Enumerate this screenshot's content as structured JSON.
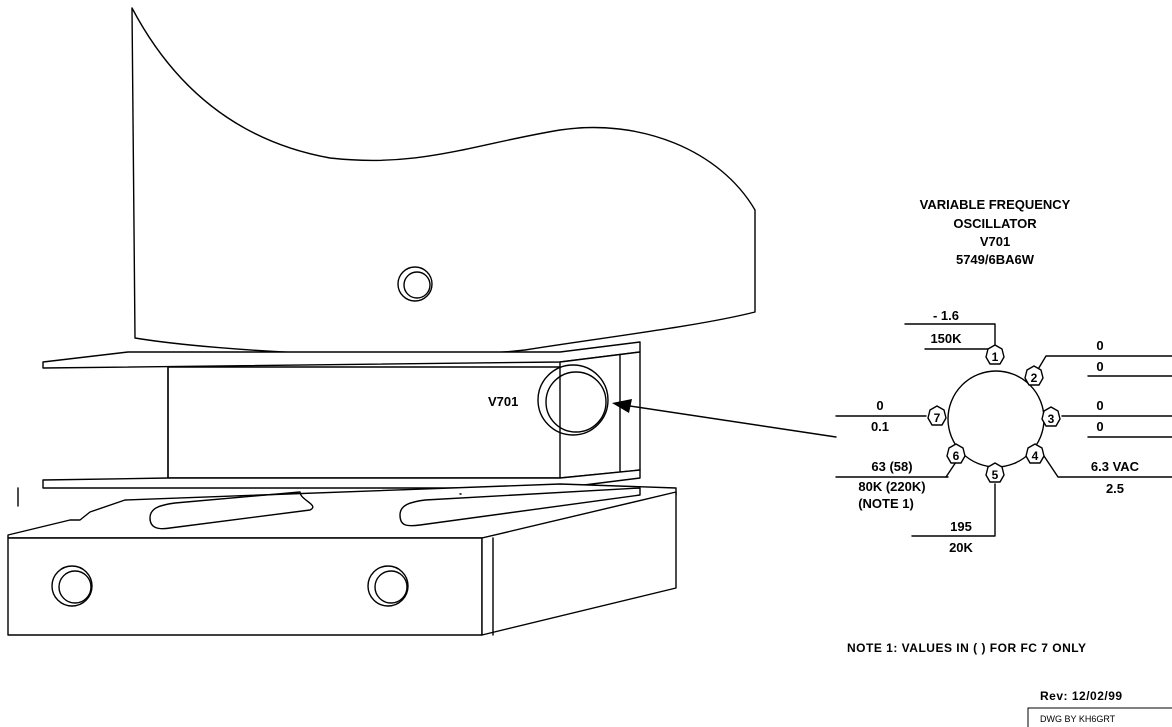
{
  "tube": {
    "title_line1": "VARIABLE FREQUENCY",
    "title_line2": "OSCILLATOR",
    "designator": "V701",
    "type": "5749/6BA6W"
  },
  "chassis_label": "V701",
  "pins": [
    {
      "number": "1",
      "voltage": "- 1.6",
      "resistance": "150K"
    },
    {
      "number": "2",
      "voltage": "0",
      "resistance": "0"
    },
    {
      "number": "3",
      "voltage": "0",
      "resistance": "0"
    },
    {
      "number": "4",
      "voltage": "6.3 VAC",
      "resistance": "2.5"
    },
    {
      "number": "5",
      "voltage": "195",
      "resistance": "20K"
    },
    {
      "number": "6",
      "voltage": "63 (58)",
      "resistance": "80K (220K)",
      "note": "(NOTE 1)"
    },
    {
      "number": "7",
      "voltage": "0",
      "resistance": "0.1"
    }
  ],
  "note": "NOTE 1:  VALUES IN  ( ) FOR FC 7 ONLY",
  "revision": "Rev:  12/02/99",
  "signature": "DWG BY KH6GRT"
}
